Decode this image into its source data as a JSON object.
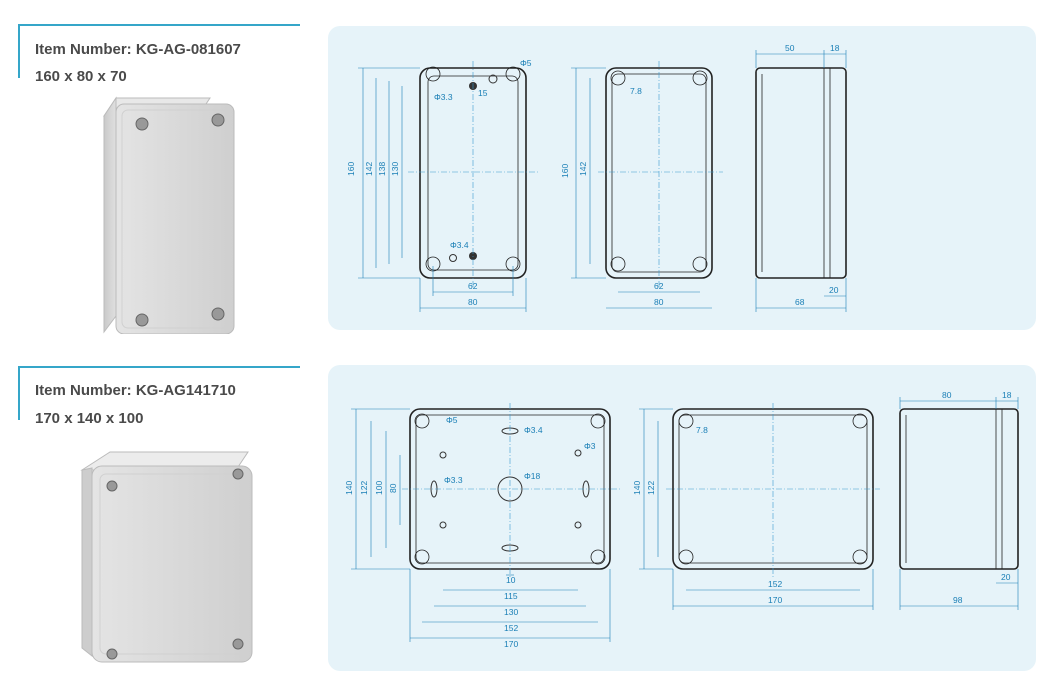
{
  "products": [
    {
      "item_number": "Item Number: KG-AG-081607",
      "dimensions": "160 x 80 x 70",
      "front": {
        "d160": "160",
        "d142": "142",
        "d138": "138",
        "d130": "130",
        "d62": "62",
        "d80": "80",
        "phi5": "Φ5",
        "phi33": "Φ3.3",
        "d15": "15",
        "phi34": "Φ3.4"
      },
      "back": {
        "d160": "160",
        "d142": "142",
        "d62": "62",
        "d80": "80",
        "d78": "7.8"
      },
      "side": {
        "d50": "50",
        "d18": "18",
        "d68": "68",
        "d20": "20"
      }
    },
    {
      "item_number": "Item Number: KG-AG141710",
      "dimensions": "170 x 140 x 100",
      "front": {
        "d140": "140",
        "d122": "122",
        "d100": "100",
        "d80": "80",
        "phi5": "Φ5",
        "phi34": "Φ3.4",
        "phi3": "Φ3",
        "phi33": "Φ3.3",
        "phi18": "Φ18",
        "d10": "10",
        "d115": "115",
        "d130": "130",
        "d152": "152",
        "d170": "170"
      },
      "back": {
        "d140": "140",
        "d122": "122",
        "d78": "7.8",
        "d152": "152",
        "d170": "170"
      },
      "side": {
        "d80": "80",
        "d18": "18",
        "d20": "20",
        "d98": "98"
      }
    }
  ],
  "colors": {
    "accent": "#35a6c9",
    "panel": "#e6f3f9",
    "dimension": "#1a7fb6"
  }
}
